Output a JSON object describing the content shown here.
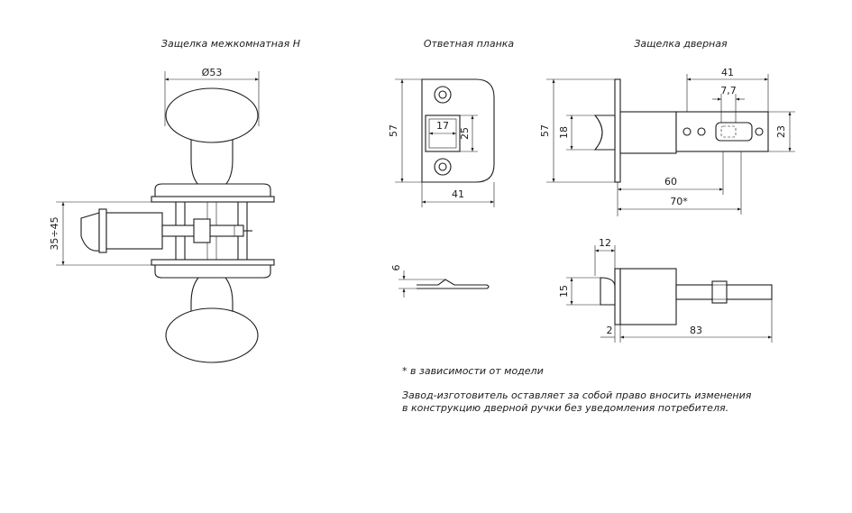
{
  "titles": {
    "latch_interior": "Защелка межкомнатная Н",
    "strike_plate": "Ответная планка",
    "latch_door": "Защелка дверная"
  },
  "dimensions": {
    "knob_diameter": "Ø53",
    "door_thickness": "35÷45",
    "strike_height": "57",
    "strike_width": "41",
    "strike_window_w": "17",
    "strike_window_h": "25",
    "strike_profile": "6",
    "latch_faceplate_h": "57",
    "latch_bolt_h": "18",
    "latch_tail_len": "41",
    "latch_slot": "7,7",
    "latch_tail_h": "23",
    "latch_backset": "60",
    "latch_backset_alt": "70*",
    "side_bolt_proj": "12",
    "side_bolt_h": "15",
    "side_plate_th": "2",
    "side_total_len": "83"
  },
  "notes": {
    "footnote": "* в зависимости от модели",
    "disclaimer_line1": "Завод-изготовитель оставляет за собой право вносить изменения",
    "disclaimer_line2": "в конструкцию дверной ручки без уведомления потребителя."
  },
  "colors": {
    "ink": "#1c1c1c",
    "paper": "#ffffff"
  }
}
